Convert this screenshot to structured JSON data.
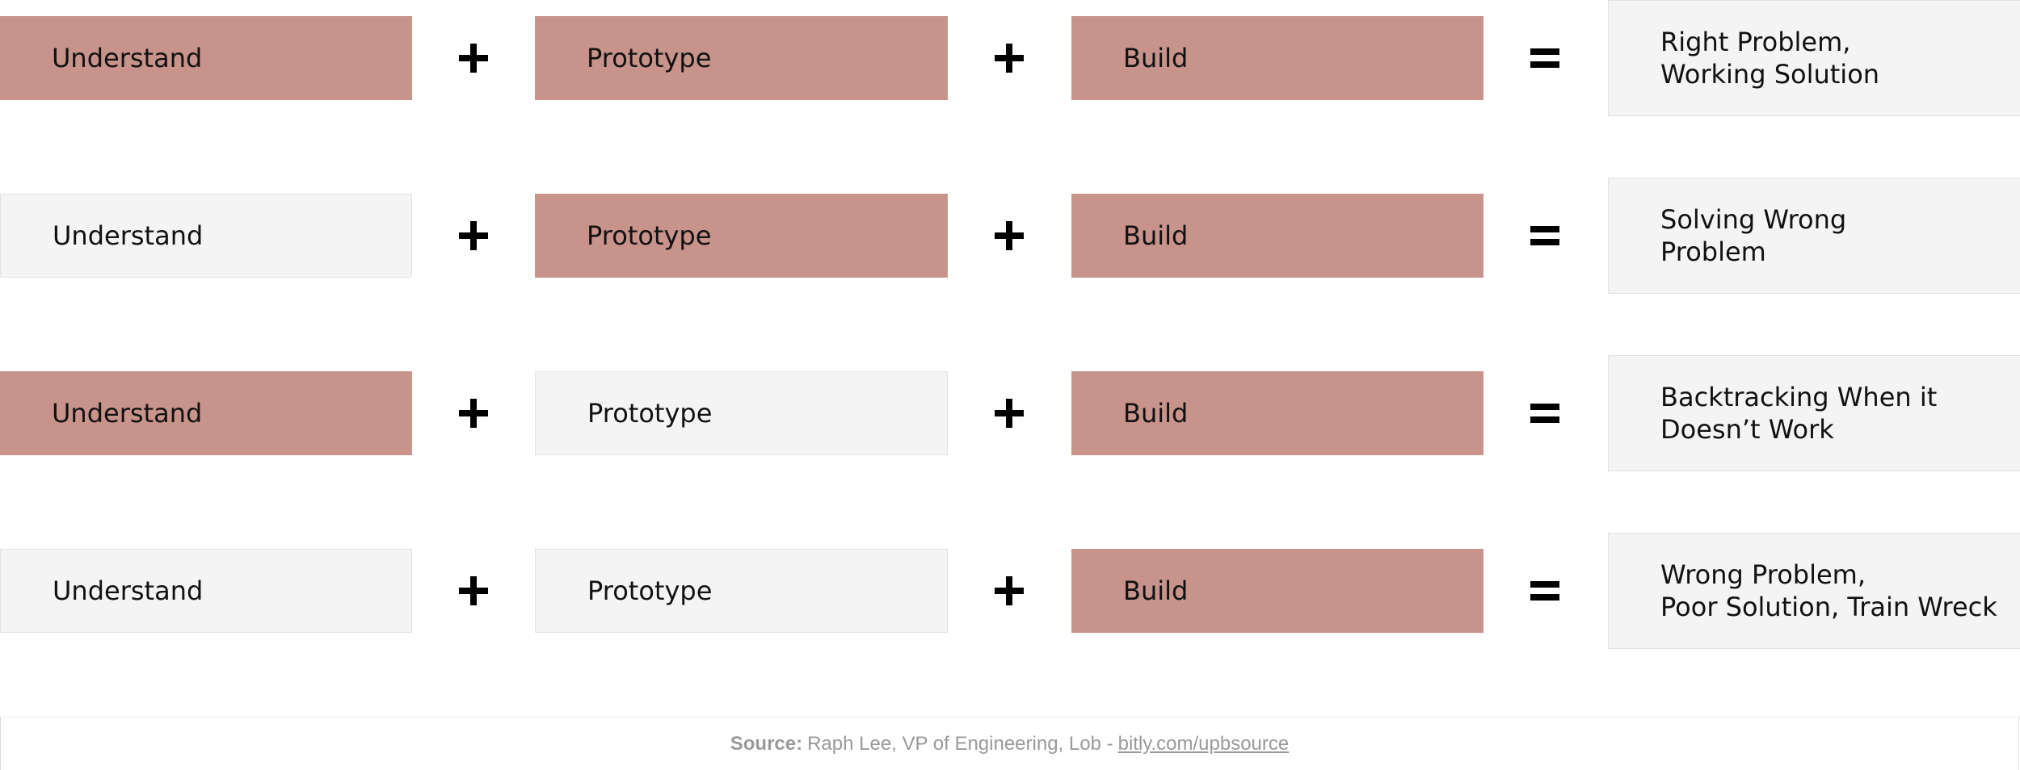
{
  "rows": [
    {
      "steps": [
        {
          "label": "Understand",
          "active": true
        },
        {
          "label": "Prototype",
          "active": true
        },
        {
          "label": "Build",
          "active": true
        }
      ],
      "result": [
        "Right Problem,",
        "Working Solution"
      ]
    },
    {
      "steps": [
        {
          "label": "Understand",
          "active": false
        },
        {
          "label": "Prototype",
          "active": true
        },
        {
          "label": "Build",
          "active": true
        }
      ],
      "result": [
        "Solving Wrong",
        "Problem"
      ]
    },
    {
      "steps": [
        {
          "label": "Understand",
          "active": true
        },
        {
          "label": "Prototype",
          "active": false
        },
        {
          "label": "Build",
          "active": true
        }
      ],
      "result": [
        "Backtracking When it",
        "Doesn’t Work"
      ]
    },
    {
      "steps": [
        {
          "label": "Understand",
          "active": false
        },
        {
          "label": "Prototype",
          "active": false
        },
        {
          "label": "Build",
          "active": true
        }
      ],
      "result": [
        "Wrong Problem,",
        "Poor Solution, Train Wreck"
      ]
    }
  ],
  "footer": {
    "source_label": "Source:",
    "source_text": "Raph Lee, VP of Engineering, Lob -",
    "link_text": "bitly.com/upbsource"
  },
  "colors": {
    "active_fill": "#c7938a",
    "inactive_fill": "#f4f4f4",
    "text": "#111111"
  },
  "icons": {
    "plus": "plus-icon",
    "equals": "equals-icon"
  }
}
